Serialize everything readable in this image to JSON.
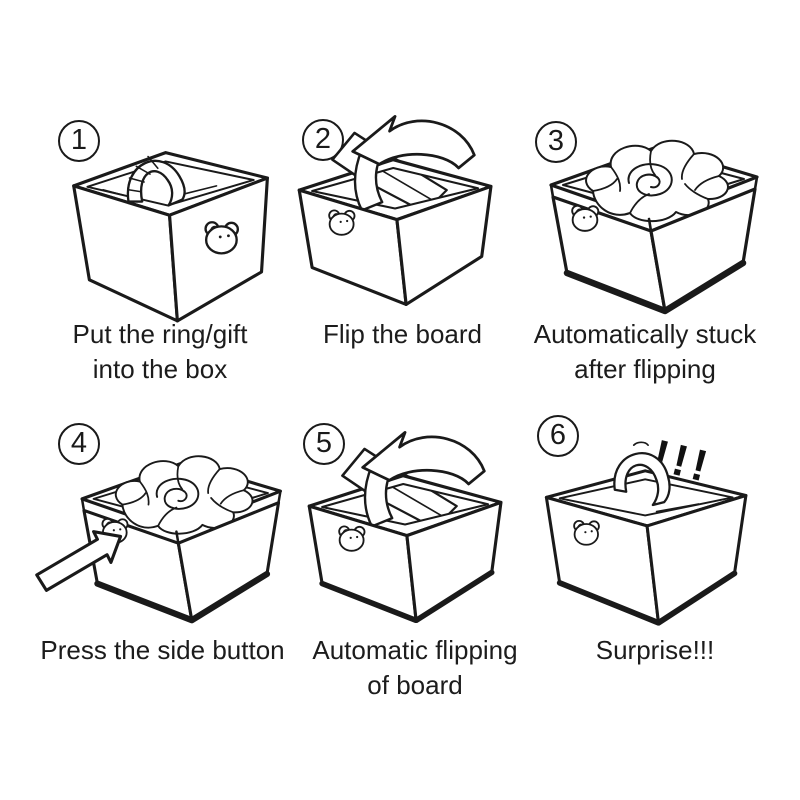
{
  "page": {
    "background": "#ffffff",
    "ink": "#1a1a1a"
  },
  "steps": [
    {
      "number": "1",
      "caption_lines": [
        "Put the ring/gift",
        "into the box"
      ],
      "illustration": "open-box-with-ring-holder-and-bear-button"
    },
    {
      "number": "2",
      "caption_lines": [
        "Flip the board"
      ],
      "illustration": "open-box-board-flipping-with-curved-arrow"
    },
    {
      "number": "3",
      "caption_lines": [
        "Automatically stuck",
        "after flipping"
      ],
      "illustration": "closed-box-with-rose-lid"
    },
    {
      "number": "4",
      "caption_lines": [
        "Press the side button"
      ],
      "illustration": "closed-box-arrow-pressing-bear-side-button"
    },
    {
      "number": "5",
      "caption_lines": [
        "Automatic flipping",
        "of board"
      ],
      "illustration": "open-box-board-flipping-with-curved-arrow"
    },
    {
      "number": "6",
      "caption_lines": [
        "Surprise!!!"
      ],
      "annotation": "!!!",
      "illustration": "open-box-ring-holder-revealed"
    }
  ]
}
